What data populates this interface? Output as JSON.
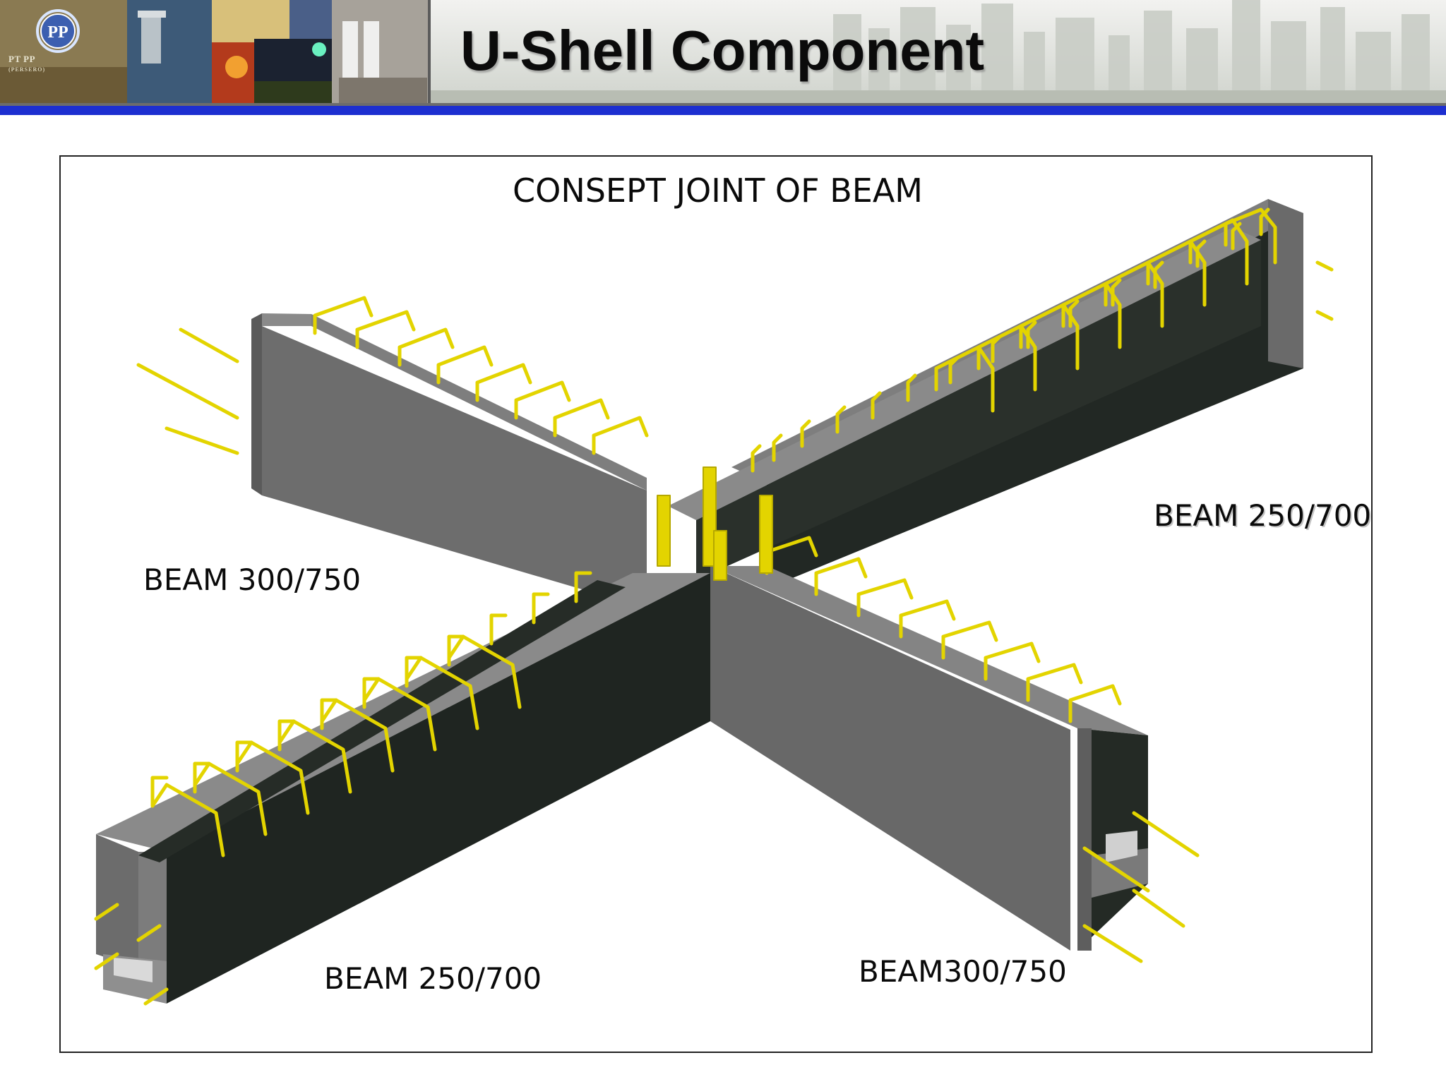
{
  "slide": {
    "title": "U-Shell Component",
    "logo_text": "PT PP",
    "logo_subtext": "(PERSERO)"
  },
  "diagram": {
    "title": "CONSEPT JOINT OF BEAM",
    "beams": [
      {
        "label": "BEAM 300/750",
        "position": "left-upper"
      },
      {
        "label": "BEAM 250/700",
        "position": "right-upper"
      },
      {
        "label": "BEAM 250/700",
        "position": "front-left"
      },
      {
        "label": "BEAM300/750",
        "position": "front-right"
      }
    ]
  },
  "colors": {
    "header_band": "#1d2fd0",
    "concrete_side": "#707070",
    "concrete_top": "#8a8a8a",
    "concrete_dark": "#212722",
    "rebar": "#e8d800"
  }
}
